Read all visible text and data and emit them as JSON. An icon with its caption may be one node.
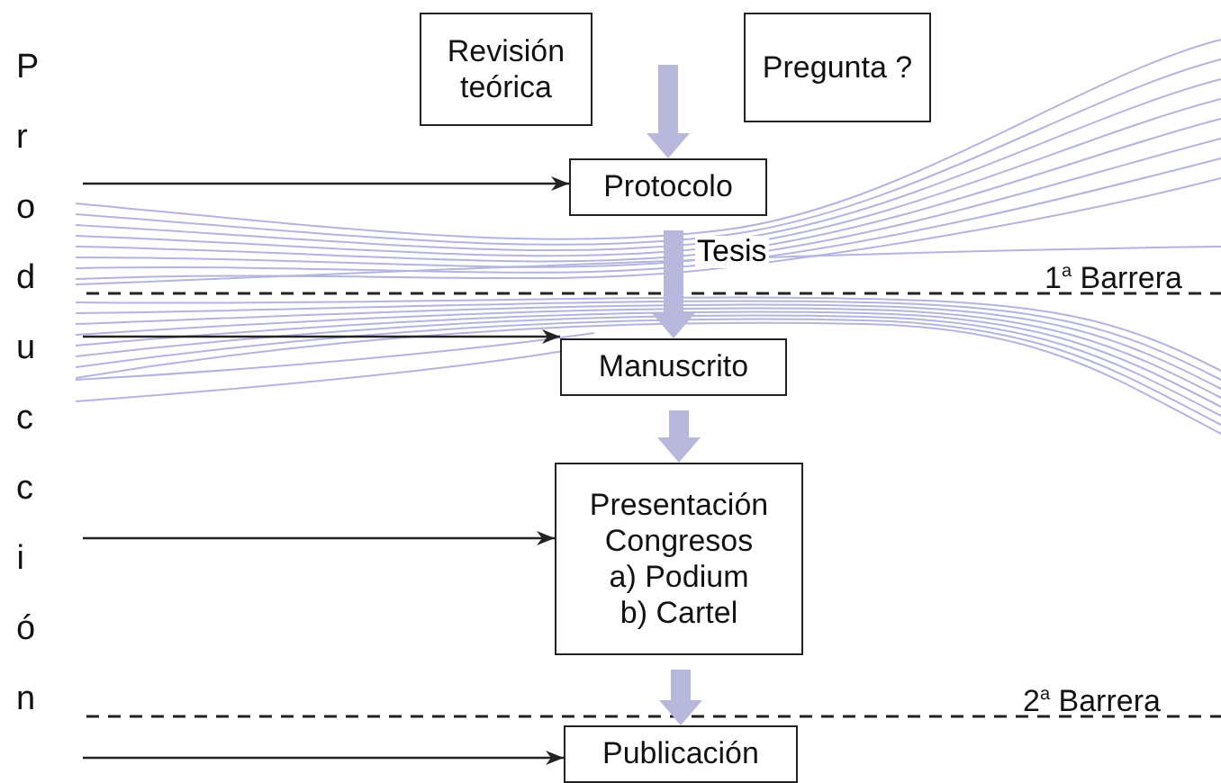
{
  "diagram": {
    "nodes": [
      {
        "text": [
          "Revisión teórica"
        ]
      },
      {
        "text": [
          "Pregunta ?"
        ]
      },
      {
        "text": [
          "Protocolo"
        ]
      },
      {
        "text": [
          "Manuscrito"
        ]
      },
      {
        "text": [
          "Presentación",
          "Congresos",
          "a) Podium",
          "b) Cartel"
        ]
      },
      {
        "text": [
          "Publicación"
        ]
      }
    ],
    "edges": [
      {
        "from": null,
        "to": 2,
        "arrow": "to",
        "style": "thick",
        "color": "#b8b8dc"
      },
      {
        "from": 2,
        "to": 3,
        "arrow": "to",
        "label": "Tesis",
        "style": "thick",
        "color": "#b8b8dc"
      },
      {
        "from": 3,
        "to": 4,
        "arrow": "to",
        "style": "thick",
        "color": "#b8b8dc"
      },
      {
        "from": 4,
        "to": 5,
        "arrow": "to",
        "style": "thick",
        "color": "#b8b8dc"
      },
      {
        "from": null,
        "to": 2,
        "arrow": "to",
        "color": "#222222"
      },
      {
        "from": null,
        "to": 3,
        "arrow": "to",
        "color": "#222222"
      },
      {
        "from": null,
        "to": 4,
        "arrow": "to",
        "color": "#222222"
      },
      {
        "from": null,
        "to": 5,
        "arrow": "to",
        "color": "#222222"
      }
    ],
    "labels": [
      "Producción",
      "1$^{a}$ Barrera",
      "2$^{a}$ Barrera"
    ]
  }
}
